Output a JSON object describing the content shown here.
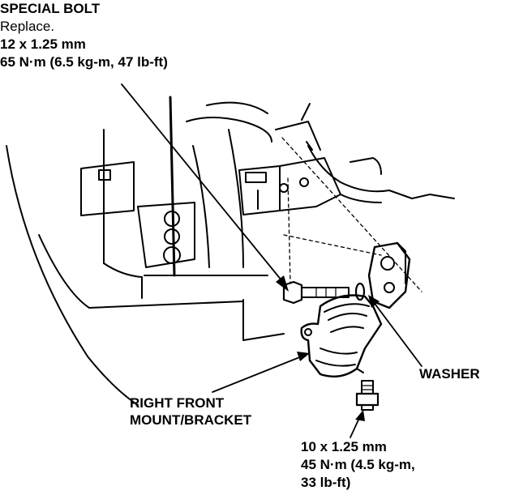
{
  "special_bolt": {
    "title": "SPECIAL BOLT",
    "note": "Replace.",
    "size": "12 x 1.25 mm",
    "torque": "65 N·m (6.5 kg-m, 47 lb-ft)"
  },
  "washer": {
    "label": "WASHER"
  },
  "mount": {
    "line1": "RIGHT FRONT",
    "line2": "MOUNT/BRACKET"
  },
  "lower_bolt": {
    "size": "10 x 1.25 mm",
    "torque_line1": "45 N·m (4.5 kg-m,",
    "torque_line2": "33 lb-ft)"
  },
  "colors": {
    "ink": "#000000",
    "paper": "#ffffff"
  }
}
